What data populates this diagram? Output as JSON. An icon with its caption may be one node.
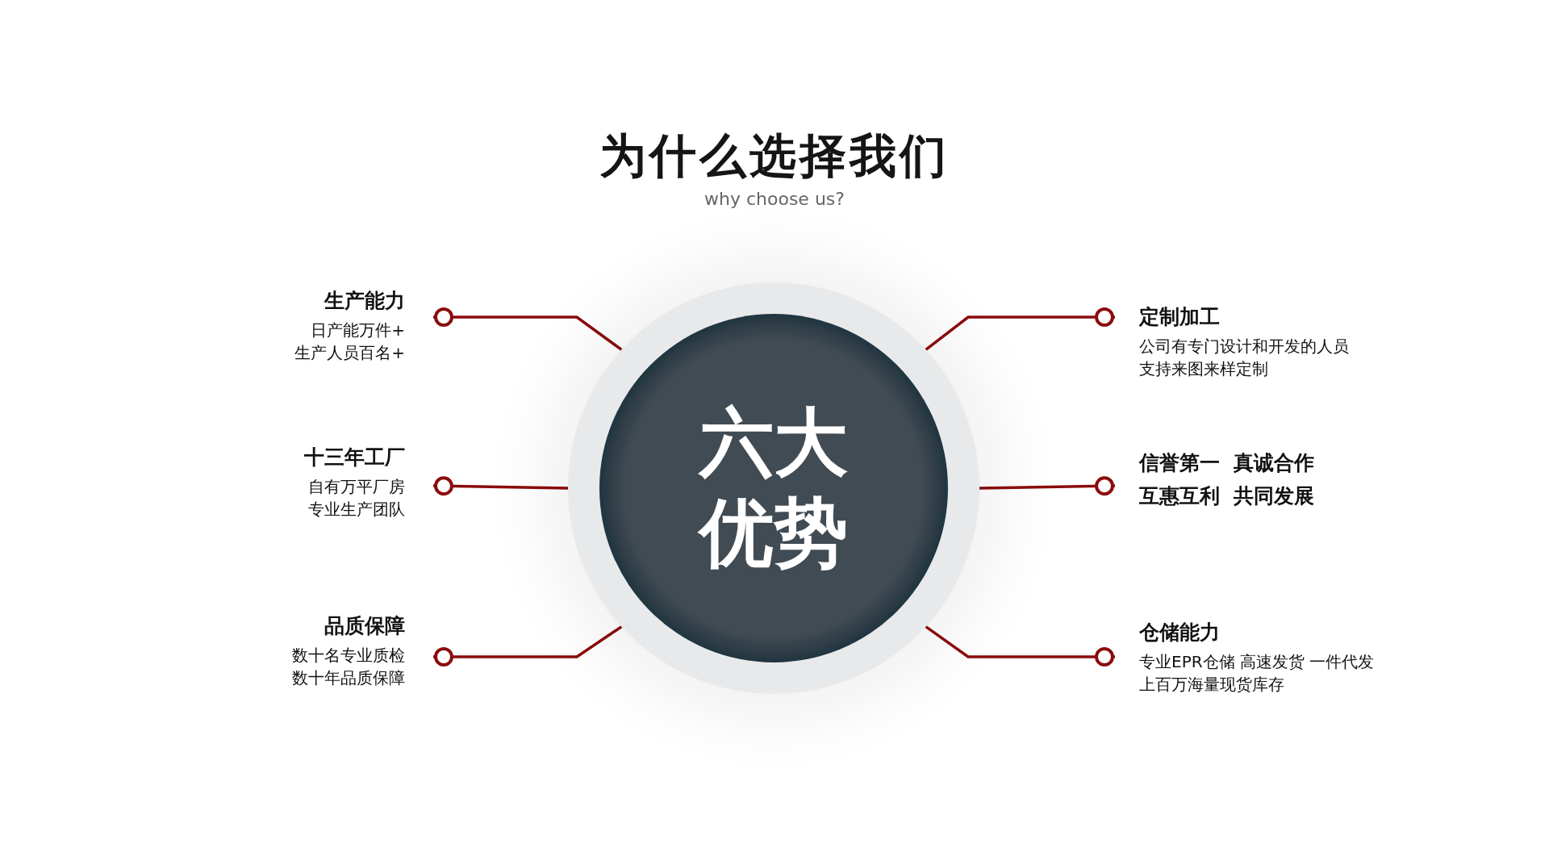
{
  "diagram": {
    "title": "为什么选择我们",
    "nodes": [
      {
        "text": [
          "六大",
          "优势"
        ]
      },
      {
        "text": [
          "生产能力",
          "日产能万件+",
          "生产人员百名+"
        ]
      },
      {
        "text": [
          "十三年工厂",
          "自有万平厂房",
          "专业生产团队"
        ]
      },
      {
        "text": [
          "品质保障",
          "数十名专业质检",
          "数十年品质保障"
        ]
      },
      {
        "text": [
          "定制加工",
          "公司有专门设计和开发的人员",
          "支持来图来样定制"
        ]
      },
      {
        "text": [
          "信誉第一  真诚合作",
          "互惠互利  共同发展"
        ]
      },
      {
        "text": [
          "仓储能力",
          "专业EPR仓储 高速发货 一件代发",
          "上百万海量现货库存"
        ]
      }
    ],
    "edges": [
      {
        "from": 1,
        "to": 0,
        "arrow": "other"
      },
      {
        "from": 2,
        "to": 0,
        "arrow": "other"
      },
      {
        "from": 3,
        "to": 0,
        "arrow": "other"
      },
      {
        "from": 4,
        "to": 0,
        "arrow": "other"
      },
      {
        "from": 5,
        "to": 0,
        "arrow": "other"
      },
      {
        "from": 6,
        "to": 0,
        "arrow": "other"
      }
    ],
    "labels": [
      "why choose us?"
    ]
  }
}
